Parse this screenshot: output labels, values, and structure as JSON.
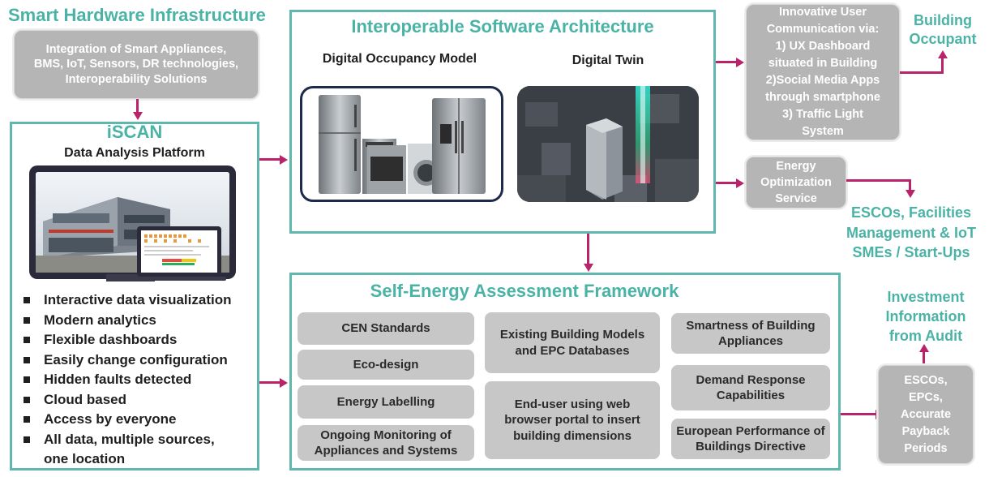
{
  "hardware": {
    "title": "Smart Hardware Infrastructure",
    "box_lines": [
      "Integration of Smart Appliances,",
      "BMS, IoT, Sensors, DR technologies,",
      "Interoperability Solutions"
    ]
  },
  "iscan": {
    "title": "iSCAN",
    "subtitle": "Data Analysis Platform",
    "bullets": [
      "Interactive data visualization",
      "Modern analytics",
      "Flexible dashboards",
      "Easily change configuration",
      "Hidden faults detected",
      "Cloud based",
      "Access by everyone",
      "All data, multiple sources,",
      "one location"
    ]
  },
  "software": {
    "title": "Interoperable Software Architecture",
    "left_label": "Digital Occupancy Model",
    "right_label": "Digital Twin"
  },
  "assessment": {
    "title": "Self-Energy Assessment Framework",
    "col1": [
      "CEN Standards",
      "Eco-design",
      "Energy Labelling",
      "Ongoing Monitoring of Appliances and Systems"
    ],
    "col2": [
      "Existing Building Models and EPC Databases",
      "End-user using web browser portal to insert building dimensions"
    ],
    "col3": [
      "Smartness of Building Appliances",
      "Demand Response Capabilities",
      "European Performance of Buildings Directive"
    ]
  },
  "communication": {
    "lines": [
      "Innovative User",
      "Communication via:",
      "1) UX Dashboard",
      "situated in Building",
      "2)Social Media Apps",
      "through smartphone",
      "3) Traffic Light",
      "System"
    ]
  },
  "occupant": {
    "lines": [
      "Building",
      "Occupant"
    ]
  },
  "energy_service": {
    "lines": [
      "Energy",
      "Optimization",
      "Service"
    ]
  },
  "escos_smes": {
    "lines": [
      "ESCOs, Facilities",
      "Management & IoT",
      "SMEs / Start-Ups"
    ]
  },
  "investment": {
    "lines": [
      "Investment",
      "Information",
      "from Audit"
    ]
  },
  "escos_epcs": {
    "lines": [
      "ESCOs,",
      "EPCs,",
      "Accurate",
      "Payback",
      "Periods"
    ]
  }
}
